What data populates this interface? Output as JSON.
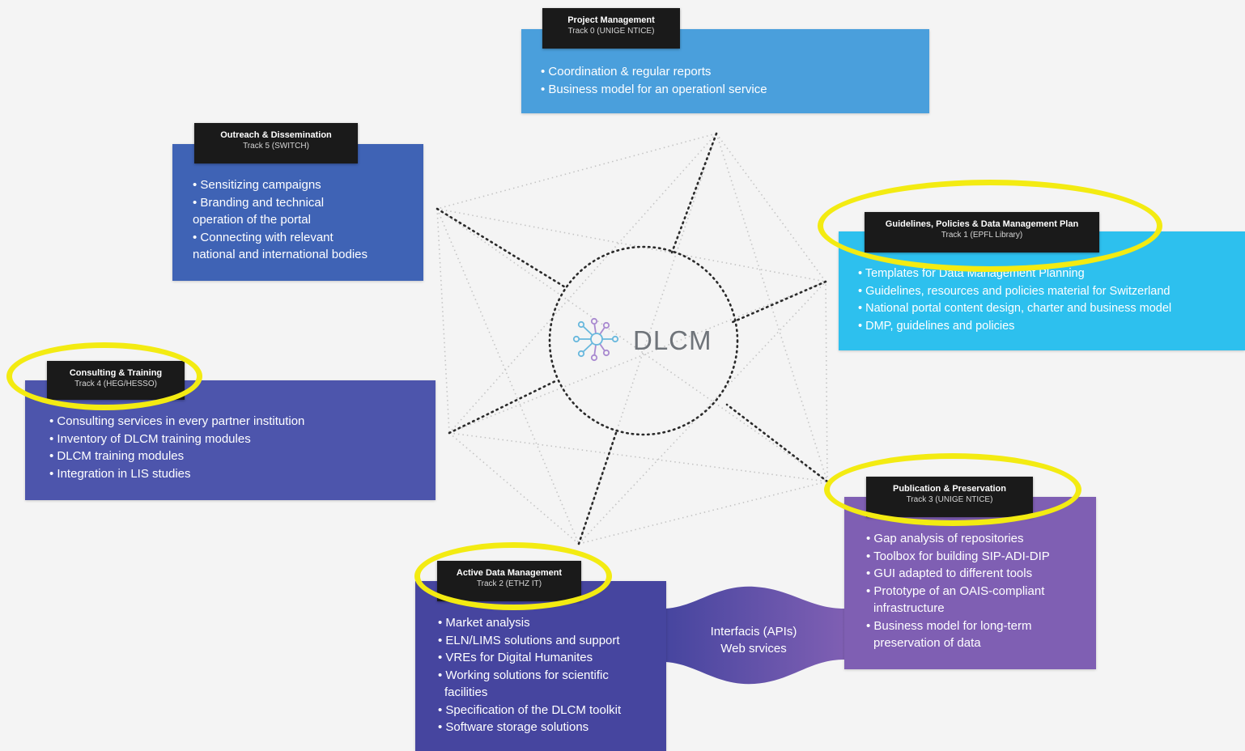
{
  "center": {
    "label": "DLCM"
  },
  "tracks": {
    "project": {
      "title": "Project Management",
      "track": "Track 0 (UNIGE NTICE)",
      "items": [
        "• Coordination & regular reports",
        "• Business model for an operationl service"
      ]
    },
    "outreach": {
      "title": "Outreach & Dissemination",
      "track": "Track 5 (SWITCH)",
      "items": [
        "• Sensitizing campaigns",
        "• Branding and technical",
        "operation of the portal",
        "• Connecting with relevant",
        "national and international bodies"
      ]
    },
    "guidelines": {
      "title": "Guidelines, Policies & Data Management Plan",
      "track": "Track 1 (EPFL Library)",
      "items": [
        "• Templates for Data Management Planning",
        "• Guidelines, resources and policies material for Switzerland",
        "• National portal content design, charter and business model",
        "• DMP, guidelines and policies"
      ]
    },
    "consulting": {
      "title": "Consulting & Training",
      "track": "Track 4 (HEG/HESSO)",
      "items": [
        "• Consulting services in every partner institution",
        "• Inventory of DLCM training modules",
        "• DLCM training modules",
        "• Integration in LIS studies"
      ]
    },
    "publication": {
      "title": "Publication & Preservation",
      "track": "Track 3 (UNIGE NTICE)",
      "items": [
        "• Gap analysis of repositories",
        "• Toolbox for building SIP-ADI-DIP",
        "• GUI adapted to different tools",
        "• Prototype of an OAIS-compliant",
        "infrastructure",
        "• Business model for long-term",
        "preservation of data"
      ]
    },
    "active": {
      "title": "Active Data Management",
      "track": "Track 2 (ETHZ IT)",
      "items": [
        "• Market analysis",
        "• ELN/LIMS solutions and support",
        "• VREs for Digital Humanites",
        "• Working solutions for scientific",
        "facilities",
        "• Specification of the DLCM toolkit",
        "• Software storage solutions"
      ]
    }
  },
  "interfaces": {
    "line1": "Interfacis (APIs)",
    "line2": "Web srvices"
  },
  "colors": {
    "project": "#4a9fdc",
    "outreach": "#3f63b5",
    "guidelines": "#2dc0ee",
    "consulting": "#4d55ac",
    "publication": "#7f5fb3",
    "active": "#46459f",
    "highlight": "#f3eb12",
    "tag": "#1a1a1a"
  }
}
